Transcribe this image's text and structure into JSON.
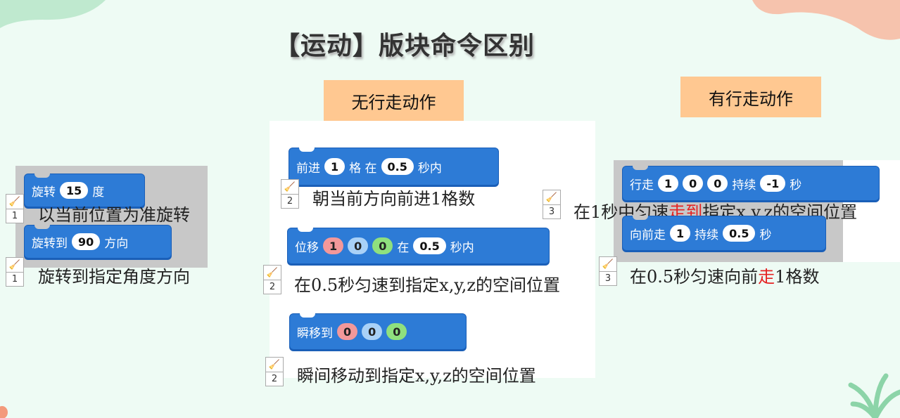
{
  "title": "【运动】版块命令区别",
  "headers": {
    "no_walk": "无行走动作",
    "walk": "有行走动作"
  },
  "left": {
    "rotate": {
      "label": "旋转",
      "value": "15",
      "unit": "度",
      "badge": "1",
      "desc": "以当前位置为准旋转"
    },
    "rotate_to": {
      "label": "旋转到",
      "value": "90",
      "unit": "方向",
      "badge": "1",
      "desc": "旋转到指定角度方向"
    }
  },
  "middle": {
    "forward": {
      "label": "前进",
      "value": "1",
      "mid": "格 在",
      "time": "0.5",
      "unit": "秒内",
      "badge": "2",
      "desc": "朝当前方向前进1格数"
    },
    "move": {
      "label": "位移",
      "x": "1",
      "y": "0",
      "z": "0",
      "mid": "在",
      "time": "0.5",
      "unit": "秒内",
      "badge": "2",
      "desc": "在0.5秒匀速到指定x,y,z的空间位置"
    },
    "teleport": {
      "label": "瞬移到",
      "x": "0",
      "y": "0",
      "z": "0",
      "badge": "2",
      "desc": "瞬间移动到指定x,y,z的空间位置"
    }
  },
  "right": {
    "walk": {
      "label": "行走",
      "x": "1",
      "y": "0",
      "z": "0",
      "mid": "持续",
      "time": "-1",
      "unit": "秒",
      "badge": "3",
      "desc_pre": "在1秒中匀速",
      "desc_red": "走到",
      "desc_post": "指定x,y,z的空间位置"
    },
    "walk_forward": {
      "label": "向前走",
      "value": "1",
      "mid": "持续",
      "time": "0.5",
      "unit": "秒",
      "badge": "3",
      "desc_pre": "在0.5秒匀速向前",
      "desc_red": "走",
      "desc_post": "1格数"
    }
  },
  "icons": {
    "badge_icon": "broom-icon"
  },
  "colors": {
    "block": "#2d7bd6",
    "header": "#ffc891",
    "highlight": "#e52222"
  }
}
